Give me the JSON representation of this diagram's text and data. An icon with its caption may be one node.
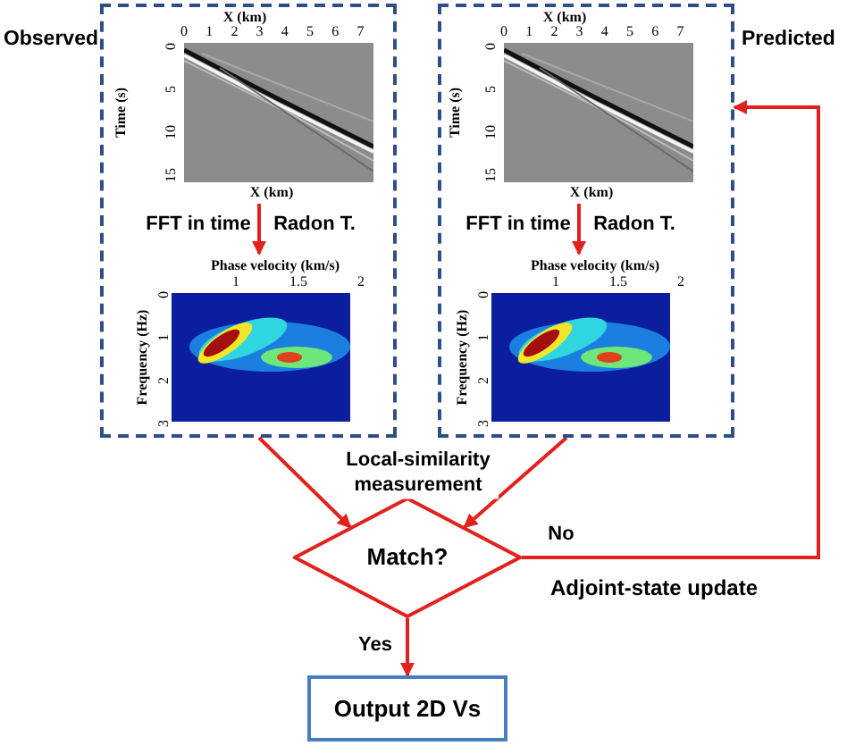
{
  "diagram": {
    "nodes": [
      {
        "text": [
          "Observed"
        ]
      },
      {
        "text": [],
        "shape": "picture",
        "in": 0
      },
      {
        "text": [],
        "shape": "picture",
        "in": 0
      },
      {
        "text": [
          "Predicted"
        ]
      },
      {
        "text": [],
        "shape": "picture",
        "in": 3
      },
      {
        "text": [],
        "shape": "picture",
        "in": 3
      },
      {
        "text": [
          "Match?"
        ]
      },
      {
        "text": [
          "Output 2D Vs"
        ]
      }
    ],
    "edges": [
      {
        "from": 1,
        "to": 2,
        "arrow": "to"
      },
      {
        "from": 4,
        "to": 5,
        "arrow": "to"
      },
      {
        "from": 0,
        "to": 6,
        "arrow": "to",
        "label": "Local-similarity measurement"
      },
      {
        "from": 3,
        "to": 6,
        "arrow": "to"
      },
      {
        "from": 6,
        "to": 3,
        "arrow": "to",
        "label": "No"
      },
      {
        "from": 6,
        "to": 7,
        "arrow": "to",
        "label": "Yes"
      }
    ],
    "labels": [
      "X (km)",
      "0",
      "1",
      "2",
      "3",
      "4",
      "5",
      "6",
      "7",
      "Time (s)",
      "0",
      "5",
      "10",
      "15",
      "X (km)",
      "FFT in time",
      "Radon T.",
      "Phase velocity (km/s)",
      "1",
      "1.5",
      "2",
      "Frequency (Hz)",
      "0",
      "1",
      "2",
      "3",
      "X (km)",
      "0",
      "1",
      "2",
      "3",
      "4",
      "5",
      "6",
      "7",
      "Time (s)",
      "0",
      "5",
      "10",
      "15",
      "X (km)",
      "FFT in time",
      "Radon T.",
      "Phase velocity (km/s)",
      "1",
      "1.5",
      "2",
      "Frequency (Hz)",
      "0",
      "1",
      "2",
      "3",
      "Adjoint-state update"
    ]
  }
}
